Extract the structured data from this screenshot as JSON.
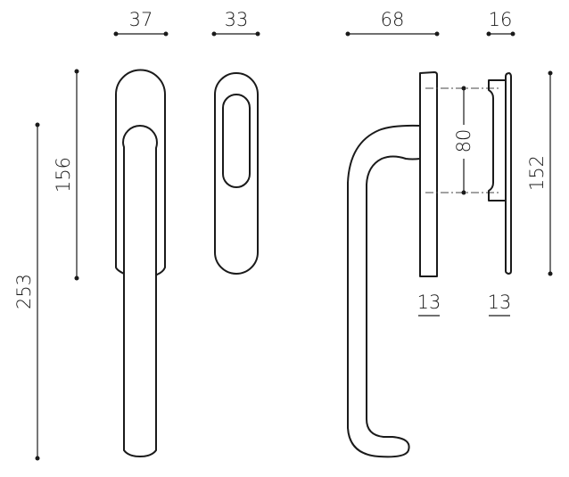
{
  "dimensions": {
    "front_handle_width": "37",
    "rose_width": "33",
    "projection": "68",
    "back_plate_depth": "16",
    "rose_height": "156",
    "handle_length": "253",
    "fixing_distance": "80",
    "back_plate_height": "152",
    "rose_thickness": "13",
    "back_plate_thickness": "13"
  }
}
